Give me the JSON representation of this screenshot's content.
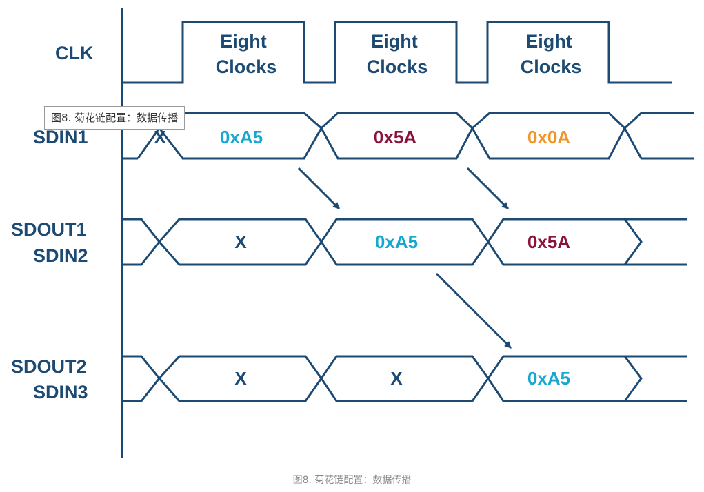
{
  "colors": {
    "line": "#1c4a73",
    "x": "#1c4a73",
    "0xA5": "#18a8cf",
    "0x5A": "#8b1238",
    "0x0A": "#f0952b"
  },
  "clk": {
    "label": "CLK",
    "bursts": [
      {
        "line1": "Eight",
        "line2": "Clocks"
      },
      {
        "line1": "Eight",
        "line2": "Clocks"
      },
      {
        "line1": "Eight",
        "line2": "Clocks"
      }
    ]
  },
  "rows": [
    {
      "labels": [
        "SDIN1"
      ],
      "cells": [
        "X",
        "0xA5",
        "0x5A",
        "0x0A"
      ]
    },
    {
      "labels": [
        "SDOUT1",
        "SDIN2"
      ],
      "cells": [
        "",
        "X",
        "0xA5",
        "0x5A"
      ]
    },
    {
      "labels": [
        "SDOUT2",
        "SDIN3"
      ],
      "cells": [
        "",
        "X",
        "X",
        "0xA5"
      ]
    }
  ],
  "tooltip": "图8. 菊花链配置：数据传播",
  "caption": "图8. 菊花链配置：数据传播"
}
